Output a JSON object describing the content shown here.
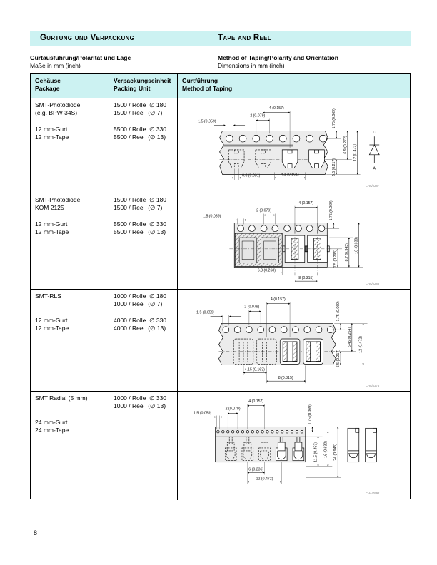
{
  "colors": {
    "band": "#ccf2f2"
  },
  "header": {
    "left": "Gurtung und Verpackung",
    "right": "Tape and Reel"
  },
  "intro": {
    "left_title": "Gurtausführung/Polarität und Lage",
    "left_sub": "Maße in mm (inch)",
    "right_title": "Method of Taping/Polarity and Orientation",
    "right_sub": "Dimensions in mm (inch)"
  },
  "table": {
    "headers": [
      {
        "de": "Gehäuse",
        "en": "Package"
      },
      {
        "de": "Verpackungseinheit",
        "en": "Packing Unit"
      },
      {
        "de": "Gurtführung",
        "en": "Method of Taping"
      }
    ],
    "rows": [
      {
        "package_lines": [
          "SMT-Photodiode",
          "(e.g. BPW 34S)",
          "",
          "12 mm-Gurt",
          "12 mm-Tape"
        ],
        "packing_lines": [
          "1500 / Rolle  ∅ 180",
          "1500 / Reel  (∅ 7)",
          "",
          "5500 / Rolle  ∅ 330",
          "5500 / Reel  (∅ 13)"
        ],
        "dims": {
          "top": [
            "1.5 (0.059)",
            "2 (0.079)",
            "4 (0.157)",
            "1.75 (0.069)"
          ],
          "right": [
            "6.9 (0.272)",
            "12 (0.472)",
            "5.5 (0.217)"
          ],
          "bottom": [
            "0.8 (0.031)",
            "4.1 (0.161)"
          ]
        },
        "polarity": {
          "top": "C",
          "bottom": "A"
        },
        "figure_id": "CHA/0287"
      },
      {
        "package_lines": [
          "SMT-Photodiode",
          "KOM 2125",
          "",
          "12 mm-Gurt",
          "12 mm-Tape"
        ],
        "packing_lines": [
          "1500 / Rolle  ∅ 180",
          "1500 / Reel  (∅ 7)",
          "",
          "5500 / Rolle  ∅ 330",
          "5500 / Reel  (∅ 13)"
        ],
        "dims": {
          "top": [
            "1.5 (0.059)",
            "2 (0.079)",
            "4 (0.157)",
            "1.75 (0.069)"
          ],
          "right": [
            "7.5 (0.295)",
            "8.7 (0.343)",
            "16 (0.630)"
          ],
          "bottom": [
            "6.8 (0.268)",
            "8 (0.315)"
          ]
        },
        "figure_id": "CHA/0288"
      },
      {
        "package_lines": [
          "SMT-RLS",
          "",
          "",
          "12 mm-Gurt",
          "12 mm-Tape"
        ],
        "packing_lines": [
          "1000 / Rolle  ∅ 180",
          "1000 / Reel  (∅ 7)",
          "",
          "4000 / Rolle  ∅ 330",
          "4000 / Reel  (∅ 13)"
        ],
        "dims": {
          "top": [
            "1.5 (0.059)",
            "2 (0.079)",
            "4 (0.157)",
            "1.75 (0.069)"
          ],
          "right": [
            "6.45 (0.254)",
            "12 (0.472)",
            "5.5 (0.217)"
          ],
          "bottom": [
            "4.15 (0.163)",
            "8 (0.315)"
          ]
        },
        "figure_id": "CHA/0275"
      },
      {
        "package_lines": [
          "SMT Radial (5 mm)",
          "",
          "",
          "24 mm-Gurt",
          "24 mm-Tape"
        ],
        "packing_lines": [
          "1000 / Rolle  ∅ 330",
          "1000 / Reel  (∅ 13)"
        ],
        "dims": {
          "top": [
            "1.5 (0.059)",
            "2 (0.079)",
            "4 (0.157)",
            "1.75 (0.069)"
          ],
          "right": [
            "11.5 (0.453)",
            "16 (0.630)",
            "24 (0.945)"
          ],
          "bottom": [
            "6 (0.236)",
            "12 (0.472)"
          ]
        },
        "figure_id": "CHA/0592"
      }
    ]
  },
  "footer": {
    "page_number": "8"
  }
}
